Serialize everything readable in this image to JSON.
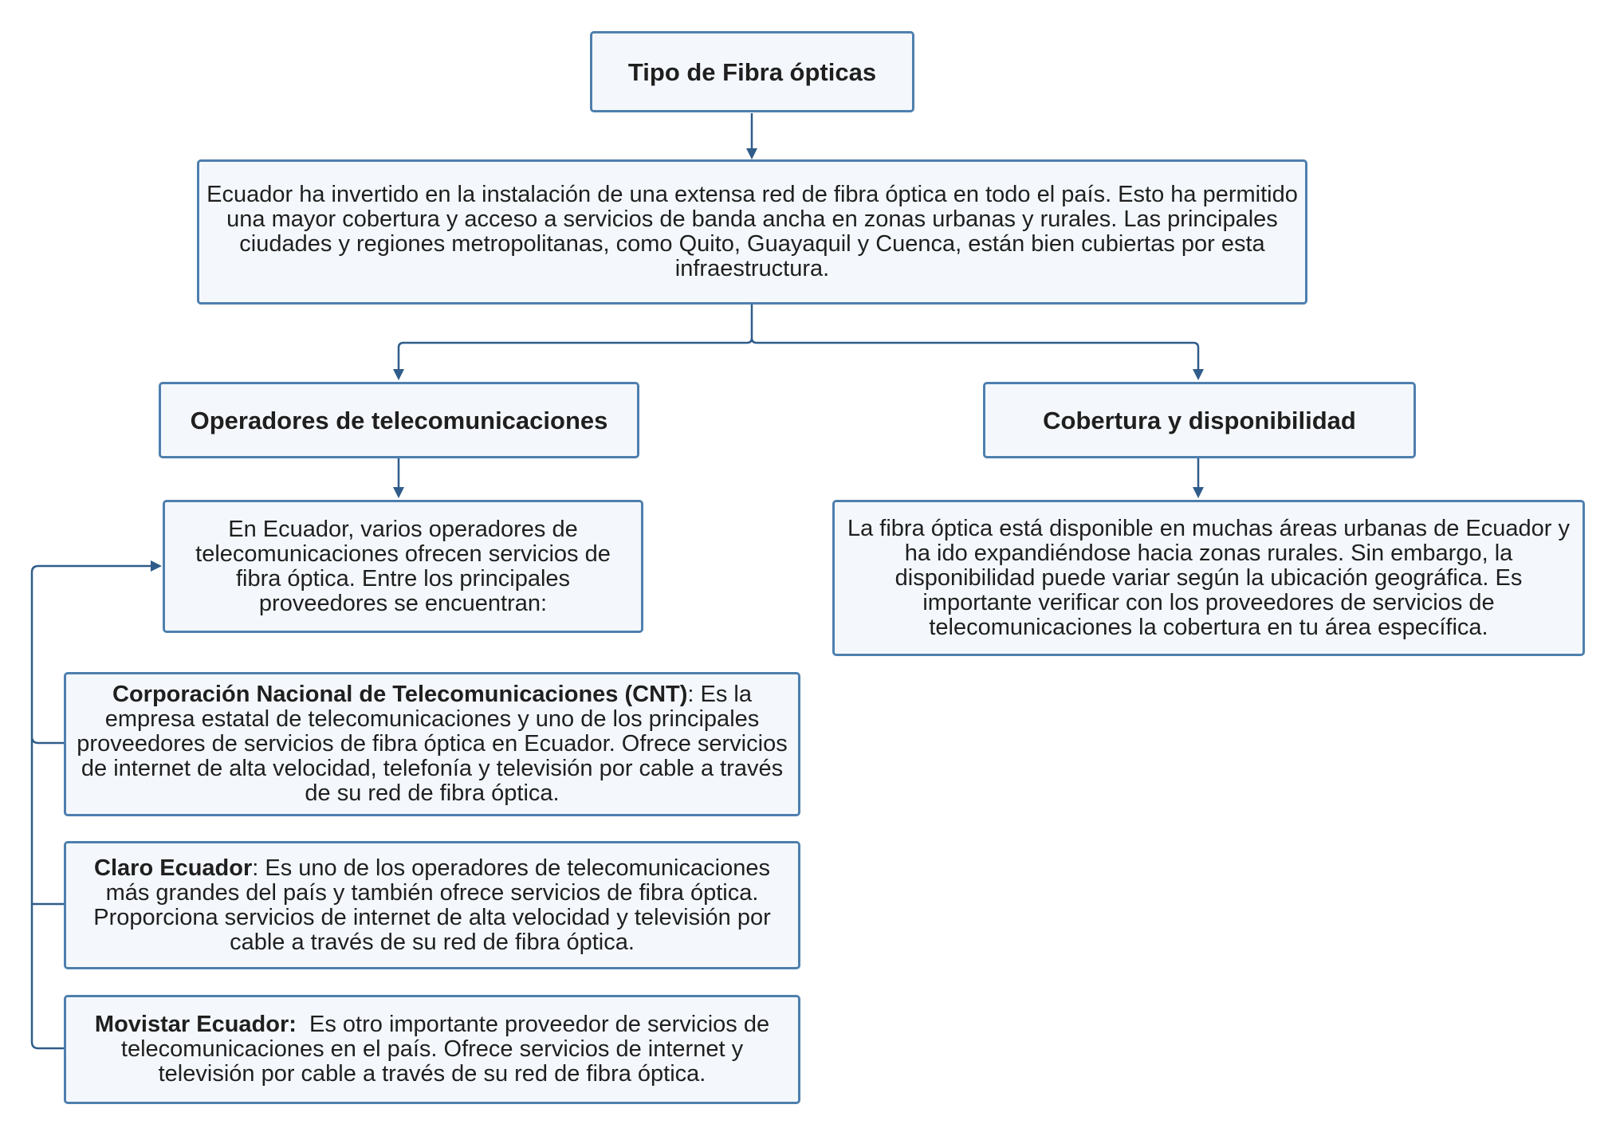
{
  "title": "Tipo de Fibra ópticas",
  "intro": "Ecuador ha invertido en la instalación de una extensa red de fibra óptica en todo el país. Esto ha permitido una mayor cobertura y acceso a servicios de banda ancha en zonas urbanas y rurales. Las principales ciudades y regiones metropolitanas, como Quito, Guayaquil y Cuenca, están bien cubiertas por esta infraestructura.",
  "operators": {
    "heading": "Operadores de telecomunicaciones",
    "description": "En Ecuador, varios operadores de telecomunicaciones ofrecen servicios de fibra óptica. Entre los principales proveedores se encuentran:",
    "providers": [
      {
        "name": "Corporación Nacional de Telecomunicaciones (CNT)",
        "text": ": Es la empresa estatal de telecomunicaciones y uno de los principales proveedores de servicios de fibra óptica en Ecuador. Ofrece servicios de internet de alta velocidad, telefonía y televisión por cable a través de su red de fibra óptica."
      },
      {
        "name": "Claro Ecuador",
        "text": ": Es uno de los operadores de telecomunicaciones más grandes del país y también ofrece servicios de fibra óptica. Proporciona servicios de internet de alta velocidad y televisión por cable a través de su red de fibra óptica."
      },
      {
        "name": "Movistar Ecuador:",
        "text": "  Es otro importante proveedor de servicios de telecomunicaciones en el país. Ofrece servicios de internet y televisión por cable a través de su red de fibra óptica."
      }
    ]
  },
  "coverage": {
    "heading": "Cobertura y disponibilidad",
    "description": "La fibra óptica está disponible en muchas áreas urbanas de Ecuador y ha ido expandiéndose hacia zonas rurales. Sin embargo, la disponibilidad puede variar según la ubicación geográfica. Es importante verificar con los proveedores de servicios de telecomunicaciones la cobertura en tu área específica."
  }
}
